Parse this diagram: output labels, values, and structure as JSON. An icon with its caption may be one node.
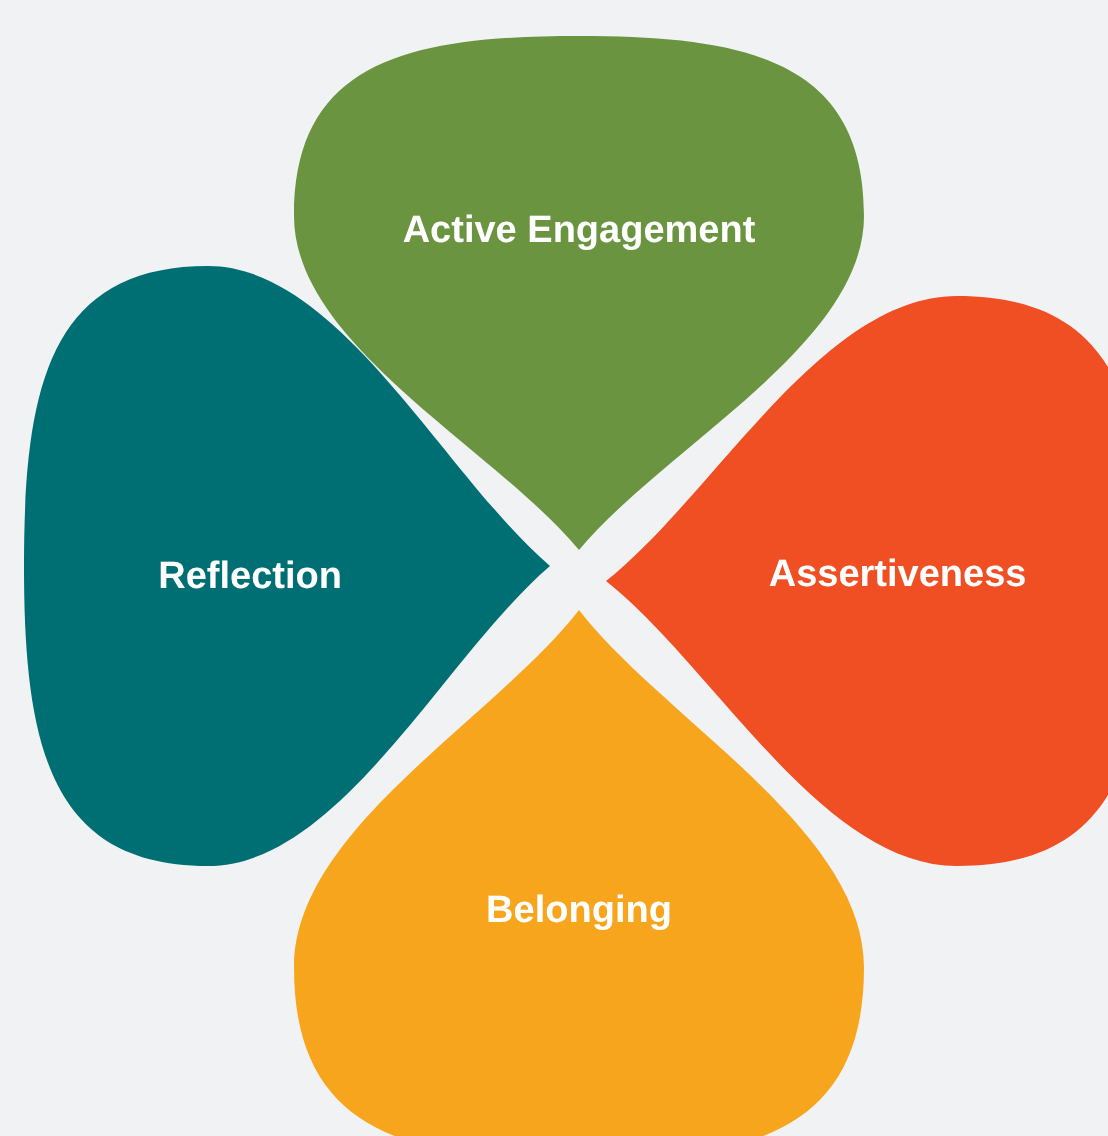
{
  "diagram": {
    "nodes": [
      {
        "text": [
          "Active Engagement"
        ]
      },
      {
        "text": [
          "Reflection"
        ]
      },
      {
        "text": [
          "Assertiveness"
        ]
      },
      {
        "text": [
          "Belonging"
        ]
      }
    ]
  }
}
